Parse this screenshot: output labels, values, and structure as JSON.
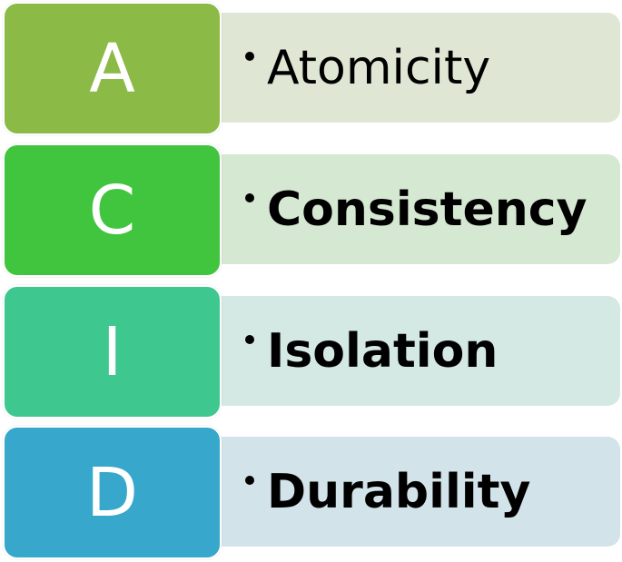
{
  "rows": [
    {
      "letter": "A",
      "term": "Atomicity",
      "letter_color": "#8bbb46",
      "panel_color": "#dfe7d4"
    },
    {
      "letter": "C",
      "term": "Consistency",
      "letter_color": "#41c53e",
      "panel_color": "#d5e8d2"
    },
    {
      "letter": "I",
      "term": "Isolation",
      "letter_color": "#3ec88f",
      "panel_color": "#d4e9e3"
    },
    {
      "letter": "D",
      "term": "Durability",
      "letter_color": "#37a8cb",
      "panel_color": "#d3e3ea"
    }
  ]
}
